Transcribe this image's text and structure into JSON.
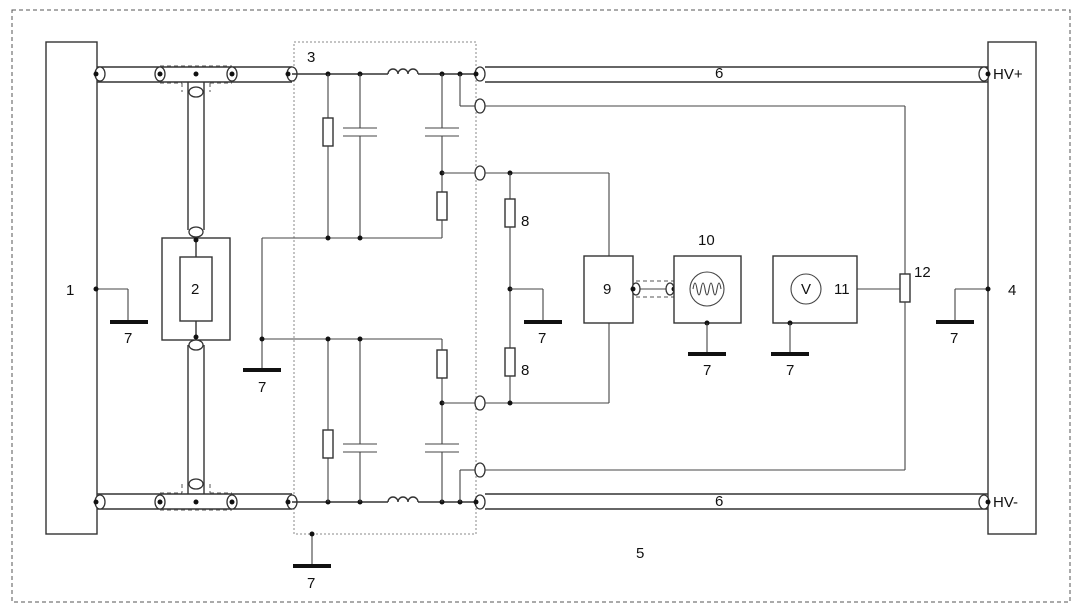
{
  "labels": {
    "n1": "1",
    "n2": "2",
    "n3": "3",
    "n4": "4",
    "n5": "5",
    "n6_top": "6",
    "n6_bottom": "6",
    "n7": "7",
    "n8_top": "8",
    "n8_bottom": "8",
    "n9": "9",
    "n10": "10",
    "n11": "11",
    "n12": "12",
    "hv_plus": "HV+",
    "hv_minus": "HV-",
    "voltmeter_symbol": "V"
  }
}
